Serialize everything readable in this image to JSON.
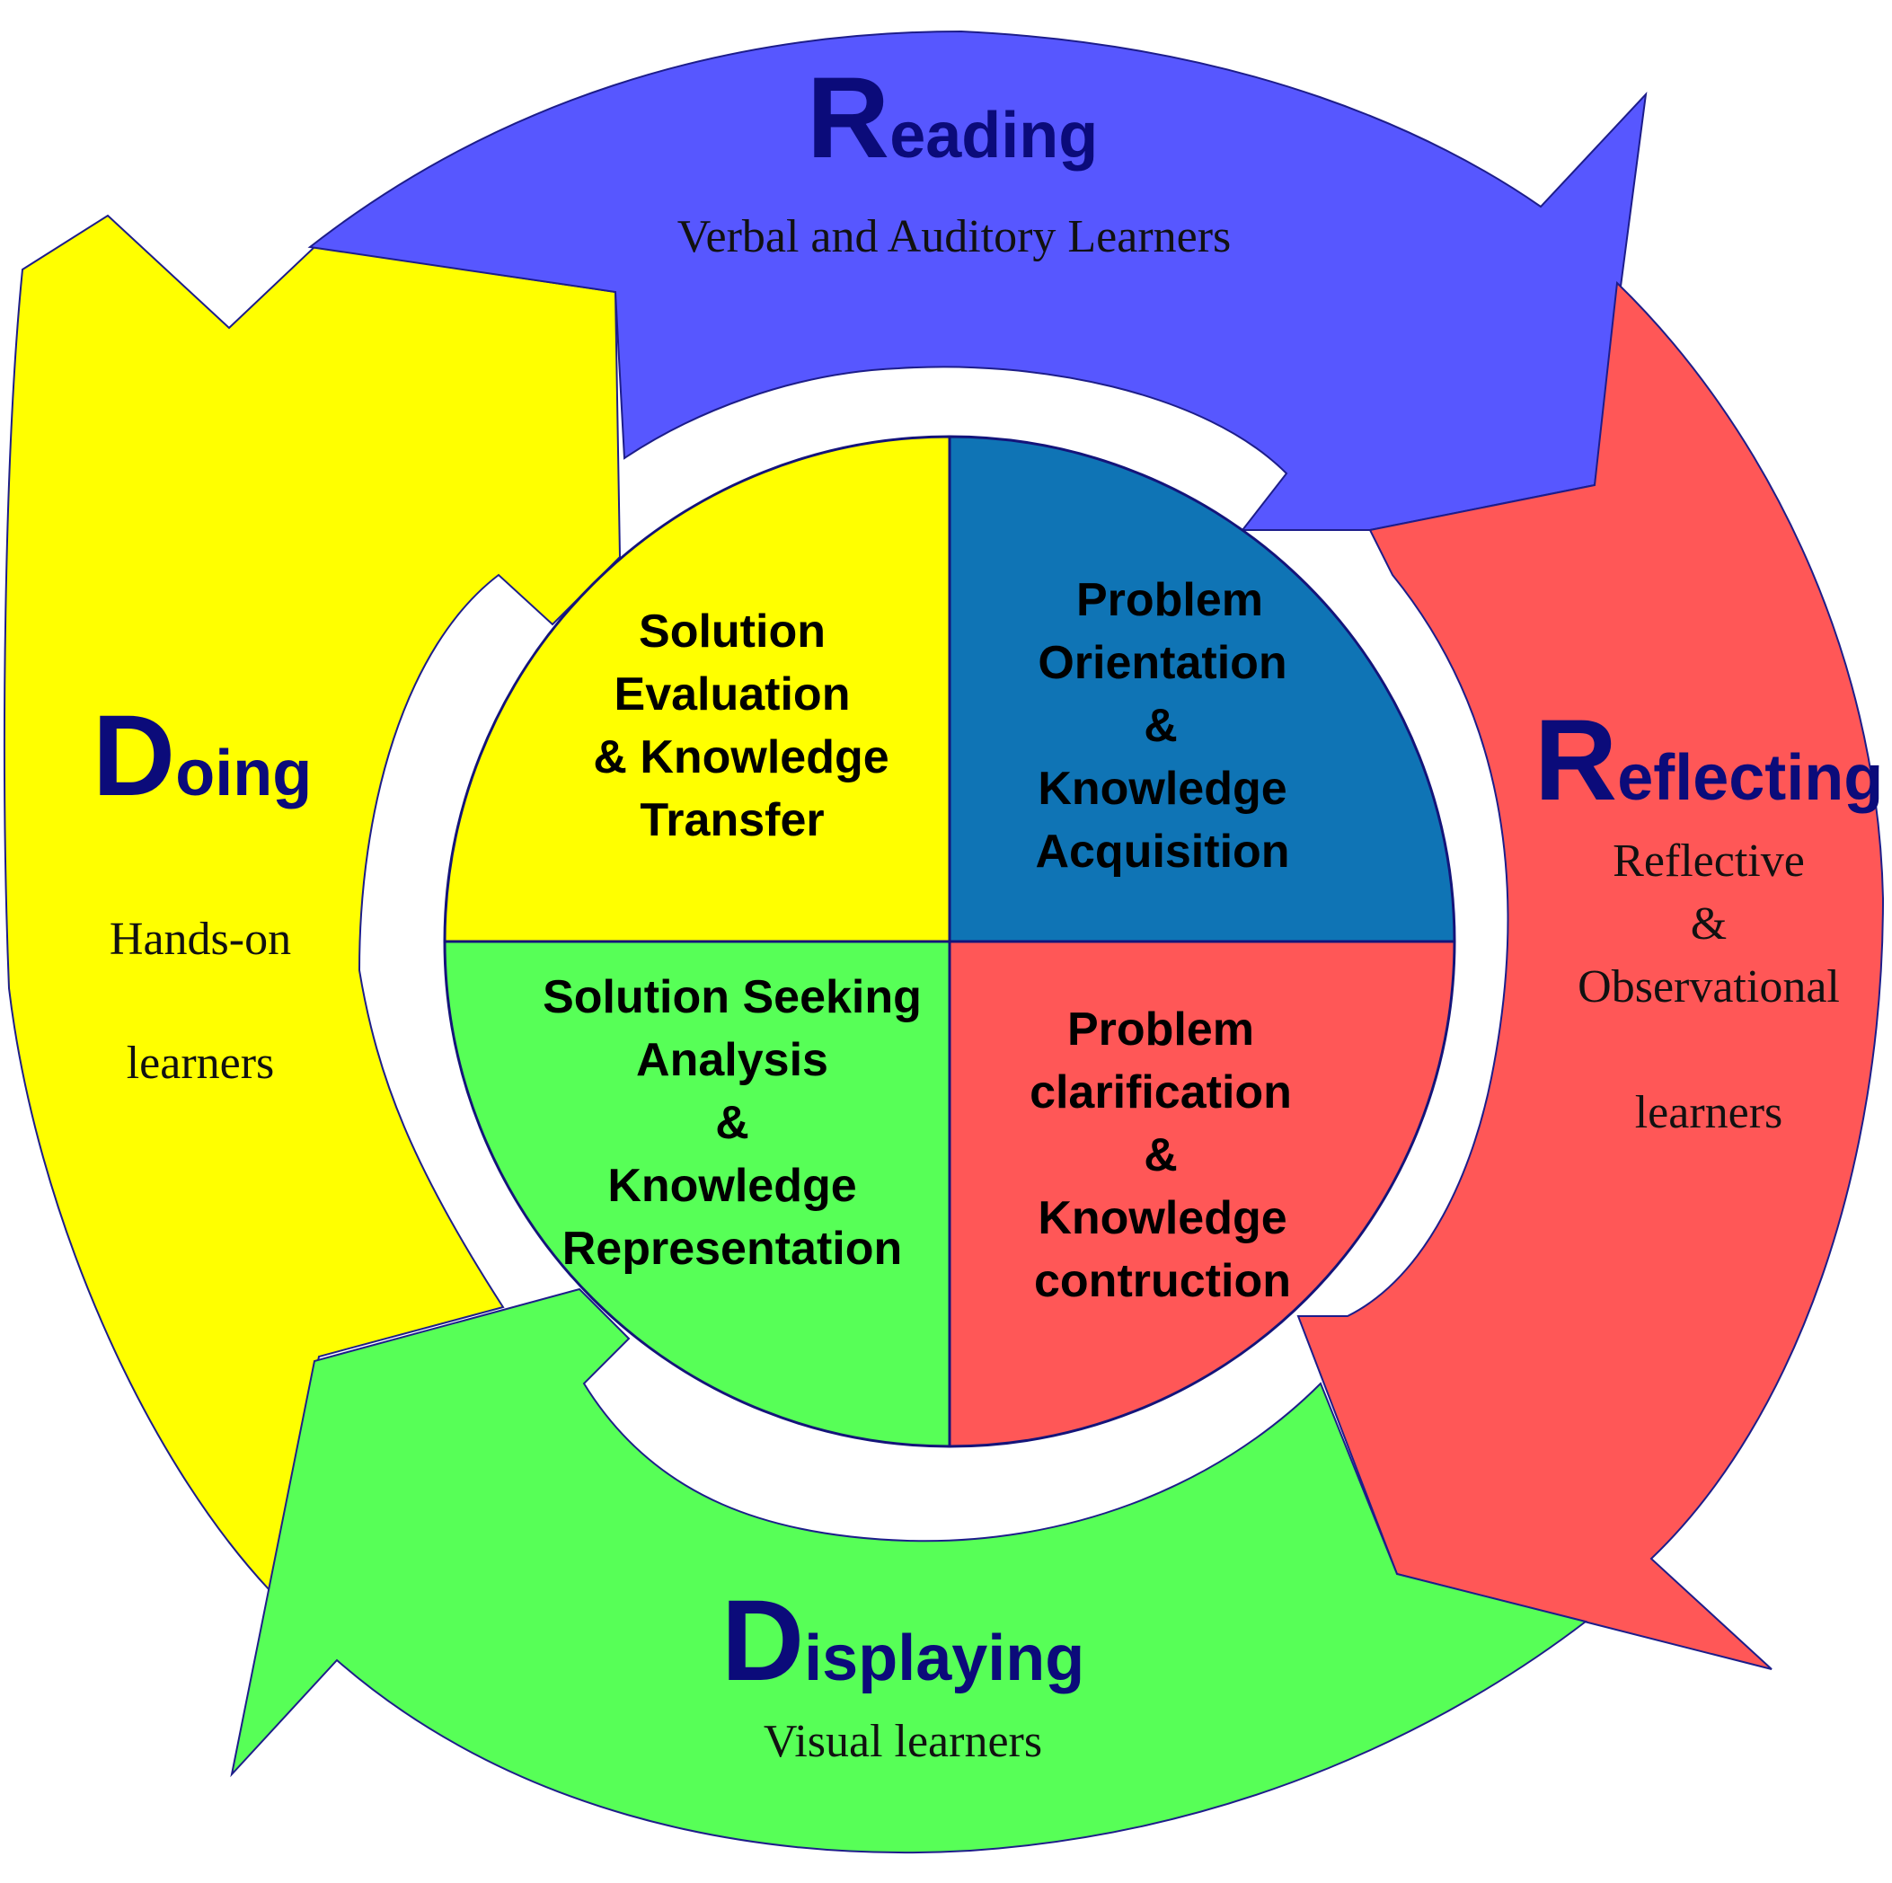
{
  "colors": {
    "reading": "#5757ff",
    "reflecting": "#ff5757",
    "displaying": "#57ff57",
    "doing": "#ffff00",
    "quadrant_top_right": "#0f74b5",
    "title_text": "#0b0b7a"
  },
  "stages": {
    "reading": {
      "initial": "R",
      "rest": "eading",
      "description_lines": [
        "Verbal and Auditory Learners"
      ]
    },
    "reflecting": {
      "initial": "R",
      "rest": "eflecting",
      "description_lines": [
        "Reflective",
        "&",
        "Observational",
        "learners"
      ]
    },
    "displaying": {
      "initial": "D",
      "rest": "isplaying",
      "description_lines": [
        "Visual learners"
      ]
    },
    "doing": {
      "initial": "D",
      "rest": "oing",
      "description_lines": [
        "Hands-on",
        "learners"
      ]
    }
  },
  "quadrants": {
    "top_left": [
      "Solution",
      "Evaluation",
      "& Knowledge",
      "Transfer"
    ],
    "top_right": [
      "Problem",
      "Orientation",
      "&",
      "Knowledge",
      "Acquisition"
    ],
    "bottom_left": [
      "Solution Seeking",
      "Analysis",
      "&",
      "Knowledge",
      "Representation"
    ],
    "bottom_right": [
      "Problem",
      "clarification",
      "&",
      "Knowledge",
      "contruction"
    ]
  }
}
